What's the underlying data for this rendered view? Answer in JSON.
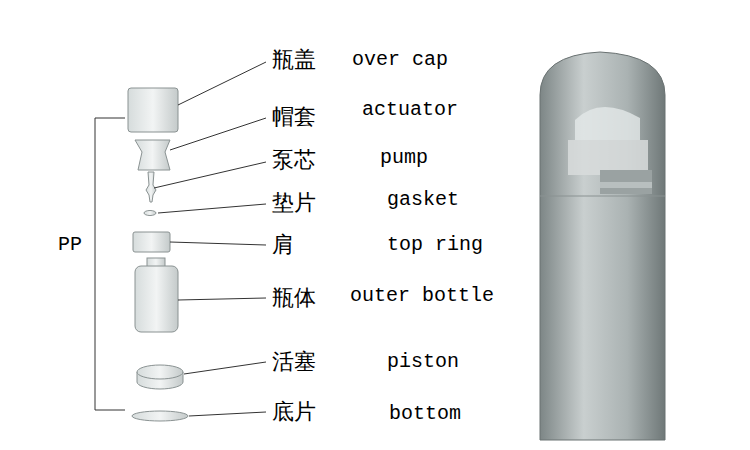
{
  "diagram": {
    "labels": [
      "PP",
      "瓶盖",
      "over cap",
      "帽套",
      "actuator",
      "泵芯",
      "pump",
      "垫片",
      "gasket",
      "肩",
      "top ring",
      "瓶体",
      "outer bottle",
      "活塞",
      "piston",
      "底片",
      "bottom"
    ]
  }
}
